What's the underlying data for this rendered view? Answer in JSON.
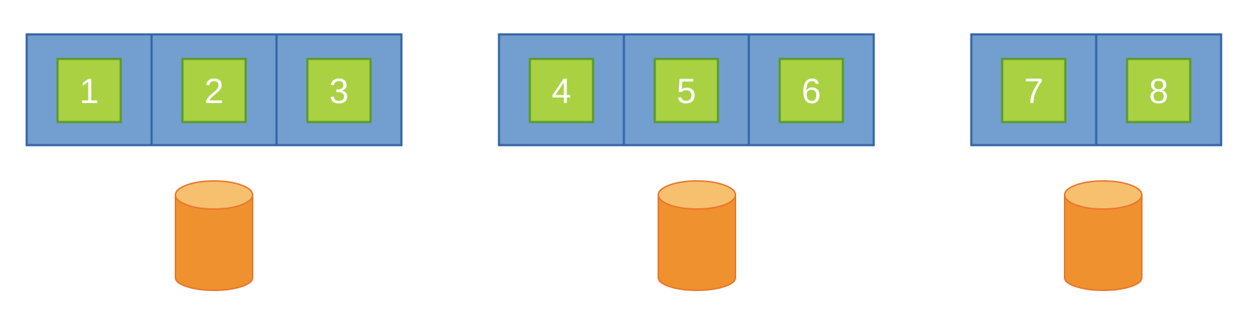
{
  "colors": {
    "group_fill": "#729fcf",
    "group_stroke": "#3465a4",
    "item_fill": "#a9d142",
    "item_stroke": "#5a9a2a",
    "cylinder_body": "#f0912f",
    "cylinder_top": "#f6c06f",
    "cylinder_stroke": "#e8762a"
  },
  "groups": [
    {
      "items": [
        {
          "label": "1"
        },
        {
          "label": "2"
        },
        {
          "label": "3"
        }
      ]
    },
    {
      "items": [
        {
          "label": "4"
        },
        {
          "label": "5"
        },
        {
          "label": "6"
        }
      ]
    },
    {
      "items": [
        {
          "label": "7"
        },
        {
          "label": "8"
        }
      ]
    }
  ],
  "storage": [
    {
      "icon": "database-cylinder-icon"
    },
    {
      "icon": "database-cylinder-icon"
    },
    {
      "icon": "database-cylinder-icon"
    }
  ]
}
